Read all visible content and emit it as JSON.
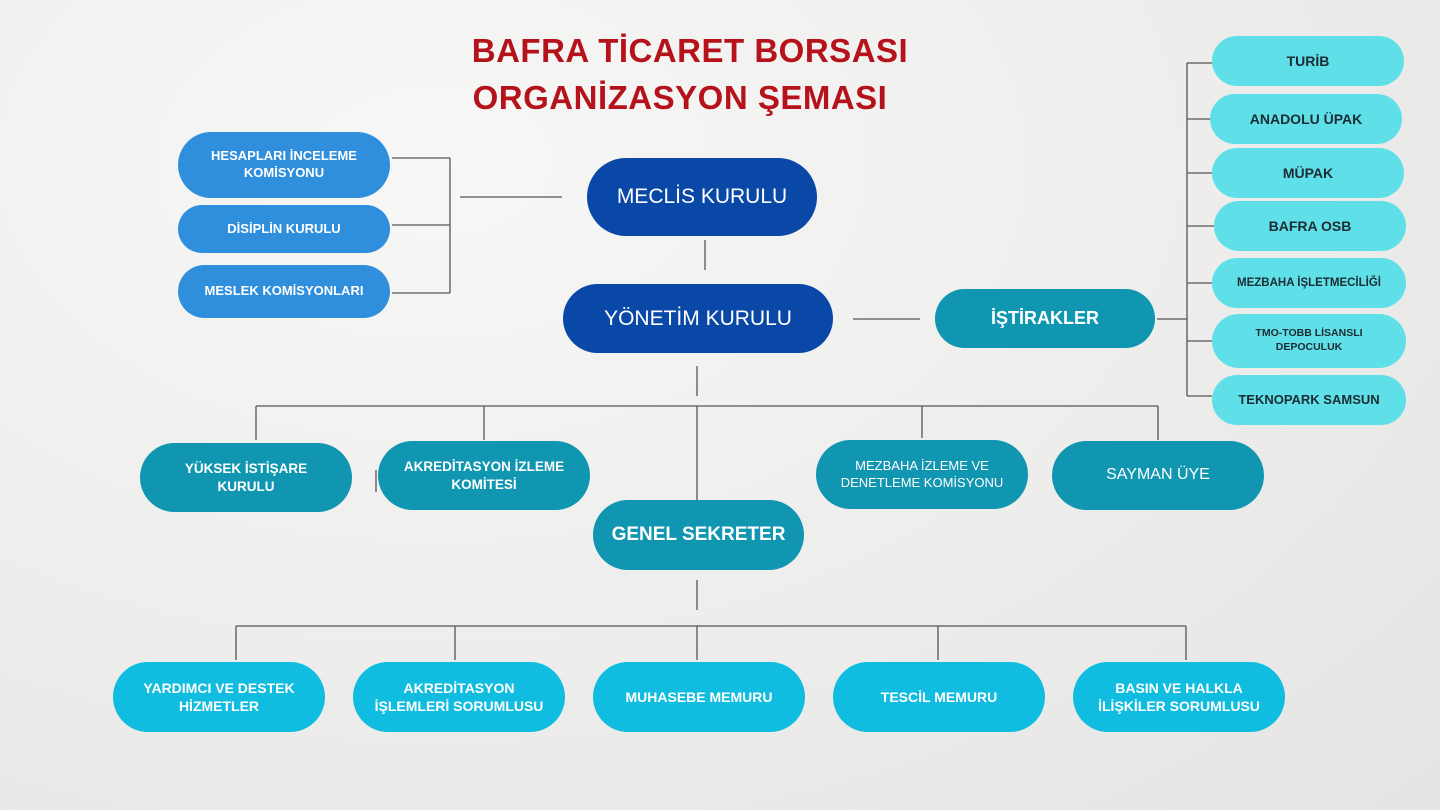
{
  "title": {
    "line1": "BAFRA TİCARET BORSASI",
    "line2": "ORGANİZASYON ŞEMASI"
  },
  "main": {
    "meclis": "MECLİS KURULU",
    "yonetim": "YÖNETİM KURULU",
    "istirakler": "İŞTİRAKLER",
    "genel_sekreter": "GENEL SEKRETER"
  },
  "meclis_children": [
    "HESAPLARI İNCELEME KOMİSYONU",
    "DİSİPLİN  KURULU",
    "MESLEK KOMİSYONLARI"
  ],
  "istirakler_children": [
    "TURİB",
    "ANADOLU ÜPAK",
    "MÜPAK",
    "BAFRA OSB",
    "MEZBAHA İŞLETMECİLİĞİ",
    "TMO-TOBB LİSANSLI DEPOCULUK",
    "TEKNOPARK SAMSUN"
  ],
  "yonetim_children": [
    "YÜKSEK İSTİŞARE KURULU",
    "AKREDİTASYON İZLEME KOMİTESİ",
    "MEZBAHA İZLEME VE DENETLEME KOMİSYONU",
    "SAYMAN ÜYE"
  ],
  "sekreter_children": [
    "YARDIMCI VE DESTEK HİZMETLER",
    "AKREDİTASYON İŞLEMLERİ SORUMLUSU",
    "MUHASEBE MEMURU",
    "TESCİL MEMURU",
    "BASIN VE HALKLA İLİŞKİLER SORUMLUSU"
  ],
  "colors": {
    "title": "#b5121b",
    "dark_blue": "#0a48a8",
    "blue": "#2f8fdc",
    "teal": "#1196b2",
    "cyan": "#10bde0",
    "light_cyan": "#5fe0e8"
  }
}
